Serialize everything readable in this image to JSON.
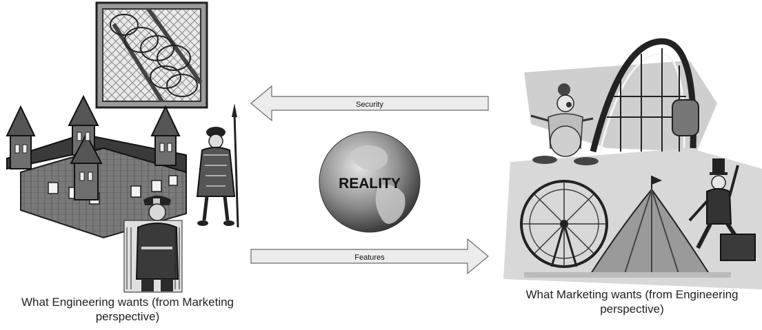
{
  "left_caption": "What Engineering wants (from Marketing perspective)",
  "right_caption": "What Marketing wants (from Engineering perspective)",
  "center_label": "REALITY",
  "top_arrow": {
    "label": "Security",
    "direction": "left"
  },
  "bottom_arrow": {
    "label": "Features",
    "direction": "right"
  },
  "left_illustration": {
    "icons": [
      "barbed-wire-fence-icon",
      "castle-icon",
      "beefeater-guard-icon",
      "police-officer-icon"
    ]
  },
  "right_illustration": {
    "icons": [
      "clown-icon",
      "roller-coaster-icon",
      "ferris-wheel-icon",
      "circus-tent-icon",
      "ringmaster-icon"
    ]
  },
  "colors": {
    "arrow_fill": "#ececec",
    "arrow_stroke": "#6a6a6a",
    "globe_dark": "#3f3f3f",
    "globe_light": "#cfcfcf",
    "clipart_dark": "#2a2a2a",
    "clipart_mid": "#8a8a8a",
    "clipart_light": "#c8c8c8"
  }
}
